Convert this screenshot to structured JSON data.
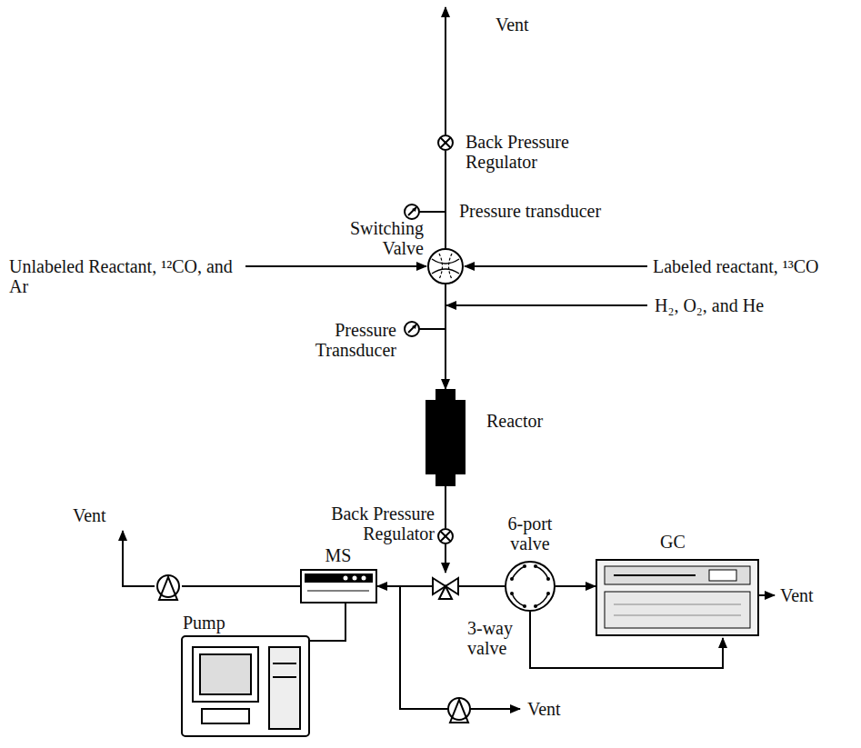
{
  "diagram": {
    "nodes": [
      {
        "text": [
          "Back Pressure Regulator"
        ]
      },
      {
        "text": [
          "Switching Valve"
        ]
      },
      {
        "text": [
          "Reactor"
        ]
      },
      {
        "text": [
          "Back Pressure Regulator"
        ]
      },
      {
        "text": [
          "3-way valve"
        ]
      },
      {
        "text": [
          "6-port valve"
        ]
      },
      {
        "text": [
          "GC"
        ]
      },
      {
        "text": [
          "MS"
        ]
      },
      {
        "text": [
          "Pump"
        ]
      }
    ],
    "edges": [
      {
        "from": 1,
        "to": 0,
        "arrow": "none"
      },
      {
        "from": 1,
        "to": 2,
        "arrow": "to"
      },
      {
        "from": 2,
        "to": 3,
        "arrow": "none"
      },
      {
        "from": 3,
        "to": 4,
        "arrow": "to"
      },
      {
        "from": 4,
        "to": 5,
        "arrow": "none"
      },
      {
        "from": 5,
        "to": 6,
        "arrow": "to"
      },
      {
        "from": 4,
        "to": 7,
        "arrow": "to"
      },
      {
        "from": 7,
        "to": 8,
        "arrow": "none"
      }
    ],
    "labels": [
      "Vent",
      "Pressure transducer",
      "Unlabeled Reactant, ¹²CO, and Ar",
      "Labeled reactant, ¹³CO",
      "H₂, O₂, and He",
      "Pressure Transducer",
      "Vent",
      "Vent",
      "Vent"
    ]
  }
}
